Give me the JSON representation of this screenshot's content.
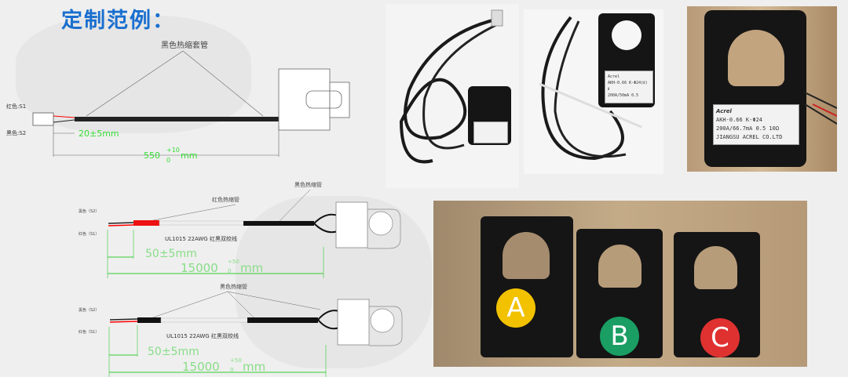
{
  "title": "定制范例：",
  "drawing1": {
    "sleeve_label": "黑色热缩套管",
    "red_wire": "红色:S1",
    "black_wire": "黑色:S2",
    "strip_dim": "20±5mm",
    "length_dim": "550",
    "length_tol_plus": "+10",
    "length_tol_minus": "0",
    "length_unit": "mm"
  },
  "drawing2": {
    "red_sleeve_label": "红色热缩管",
    "black_sleeve_label": "黑色热缩管",
    "black_wire": "黑色（S2）",
    "red_wire": "红色（S1）",
    "cable_spec": "UL1015 22AWG 红黑双绞线",
    "strip_dim": "50±5mm",
    "length_dim": "15000",
    "length_tol": "+50",
    "length_tol_minus": "0",
    "length_unit": "mm"
  },
  "drawing3": {
    "black_sleeve_label": "黑色热缩管",
    "black_wire": "黑色（S2）",
    "red_wire": "红色（S1）",
    "cable_spec": "UL1015 22AWG 红黑双绞线",
    "strip_dim": "50±5mm",
    "length_dim": "15000",
    "length_tol": "+50",
    "length_tol_minus": "0",
    "length_unit": "mm"
  },
  "photo2_label": {
    "brand": "Acrel",
    "model": "AKH-0.66 K-Φ24(Ⅱ) Ⅱ",
    "rating": "200A/50mA  0.5"
  },
  "photo3_label": {
    "brand": "Acrel",
    "model": "AKH-0.66 K-Φ24",
    "rating": "200A/66.7mA  0.5  10Ω",
    "company": "JIANGSU ACREL CO.LTD"
  },
  "phase_badges": [
    {
      "letter": "A",
      "color": "#f2c200"
    },
    {
      "letter": "B",
      "color": "#1a9e63"
    },
    {
      "letter": "C",
      "color": "#e03131"
    }
  ],
  "colors": {
    "title": "#1a6fcf",
    "dimension": "#33dd33"
  }
}
